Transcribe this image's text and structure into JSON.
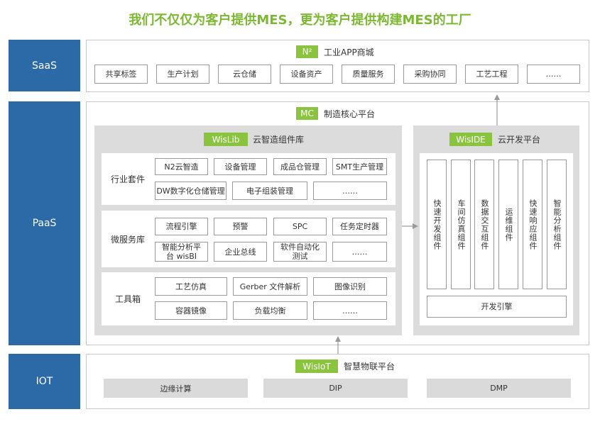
{
  "title": "我们不仅仅为客户提供MES，更为客户提供构建MES的工厂",
  "layers": {
    "saas": "SaaS",
    "paas": "PaaS",
    "iot": "IOT"
  },
  "saas": {
    "badge": "N²",
    "name": "工业APP商城",
    "apps": [
      "共享标签",
      "生产计划",
      "云仓储",
      "设备资产",
      "质量服务",
      "采购协同",
      "工艺工程",
      "……"
    ]
  },
  "mc": {
    "badge": "MC",
    "name": "制造核心平台"
  },
  "wislib": {
    "badge": "WisLib",
    "name": "云智造组件库",
    "industry": {
      "label": "行业套件",
      "items": [
        "N2云智造",
        "设备管理",
        "成品仓管理",
        "SMT生产管理",
        "DW数字化仓储管理",
        "电子组装管理",
        "……"
      ]
    },
    "micro": {
      "label": "微服务库",
      "items": [
        "流程引擎",
        "预警",
        "SPC",
        "任务定时器",
        "智能分析平台 wisBI",
        "企业总线",
        "软件自动化 测试",
        "……"
      ]
    },
    "tools": {
      "label": "工具箱",
      "items": [
        "工艺仿真",
        "Gerber 文件解析",
        "图像识别",
        "容器镜像",
        "负载均衡",
        "……"
      ]
    }
  },
  "wiside": {
    "badge": "WisIDE",
    "name": "云开发平台",
    "components": [
      "快速开发组件",
      "车间仿真组件",
      "数据交互组件",
      "运维组件",
      "快速响应组件",
      "智能分析组件"
    ],
    "engine": "开发引擎"
  },
  "iot": {
    "badge": "WisIoT",
    "name": "智慧物联平台",
    "items": [
      "边缘计算",
      "DIP",
      "DMP"
    ]
  },
  "colors": {
    "accent_green": "#8ac43f",
    "title_green": "#7cb832",
    "layer_blue": "#2b6aa6",
    "panel_gray": "#dcdcdc",
    "arrow_gray": "#999999"
  }
}
